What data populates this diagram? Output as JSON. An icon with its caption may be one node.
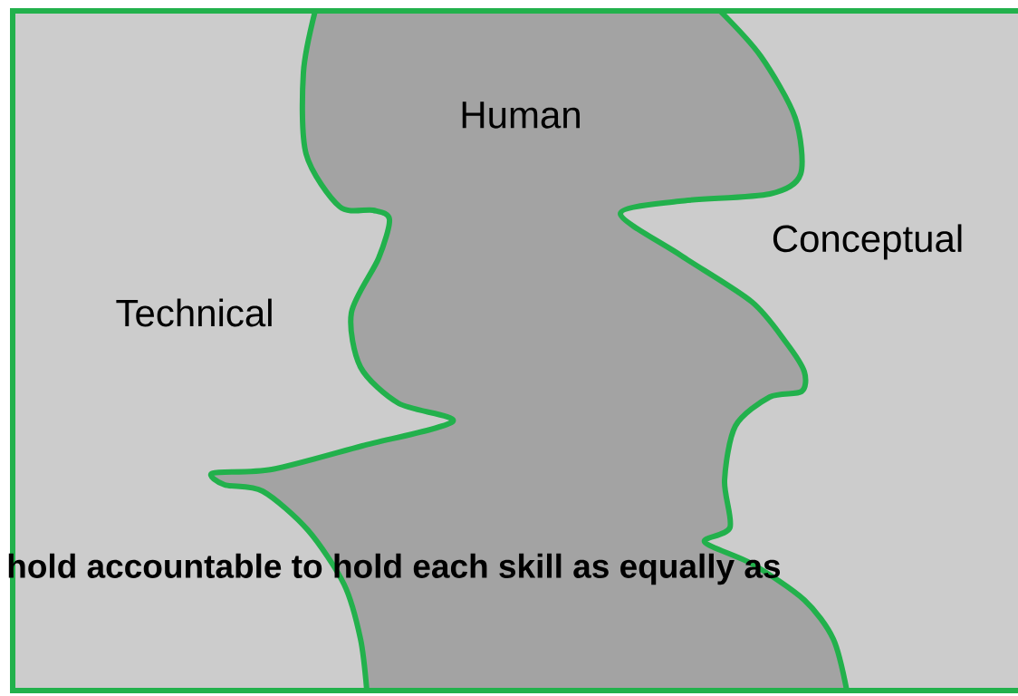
{
  "diagram": {
    "nodes": [
      {
        "text": [
          "Human"
        ]
      },
      {
        "text": [
          "Conceptual"
        ]
      },
      {
        "text": [
          "Technical"
        ]
      }
    ],
    "labels": [
      "hold accountable to hold each skill as equally as"
    ]
  }
}
